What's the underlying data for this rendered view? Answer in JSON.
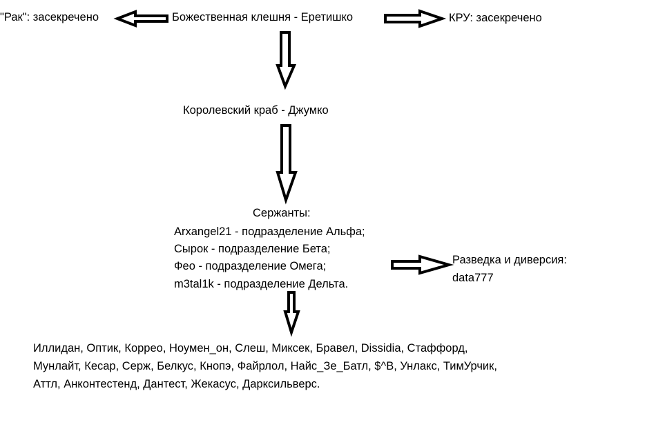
{
  "top": {
    "rak": "\"Рак\": засекречено",
    "leader": "Божественная клешня - Еретишко",
    "kru": "КРУ: засекречено"
  },
  "second": "Королевский краб - Джумко",
  "sergeants": {
    "title": "Сержанты:",
    "lines": [
      "Arxangel21 - подразделение Альфа;",
      "Сырок - подразделение Бета;",
      "Фео - подразделение Омега;",
      "m3tal1k - подразделение Дельта."
    ]
  },
  "recon": {
    "title": "Разведка и диверсия:",
    "member": "data777"
  },
  "members": [
    "Иллидан, Оптик, Коррео, Ноумен_он, Слеш, Миксек, Бравел, Dissidia, Стаффорд,",
    "Мунлайт, Кесар, Серж, Белкус, Кнопэ, Файрлол, Найс_Зе_Батл, $^B, Унлакс, ТимУрчик,",
    "Аттл, Анконтестенд, Дантест, Жекасус, Дарксильверс."
  ]
}
